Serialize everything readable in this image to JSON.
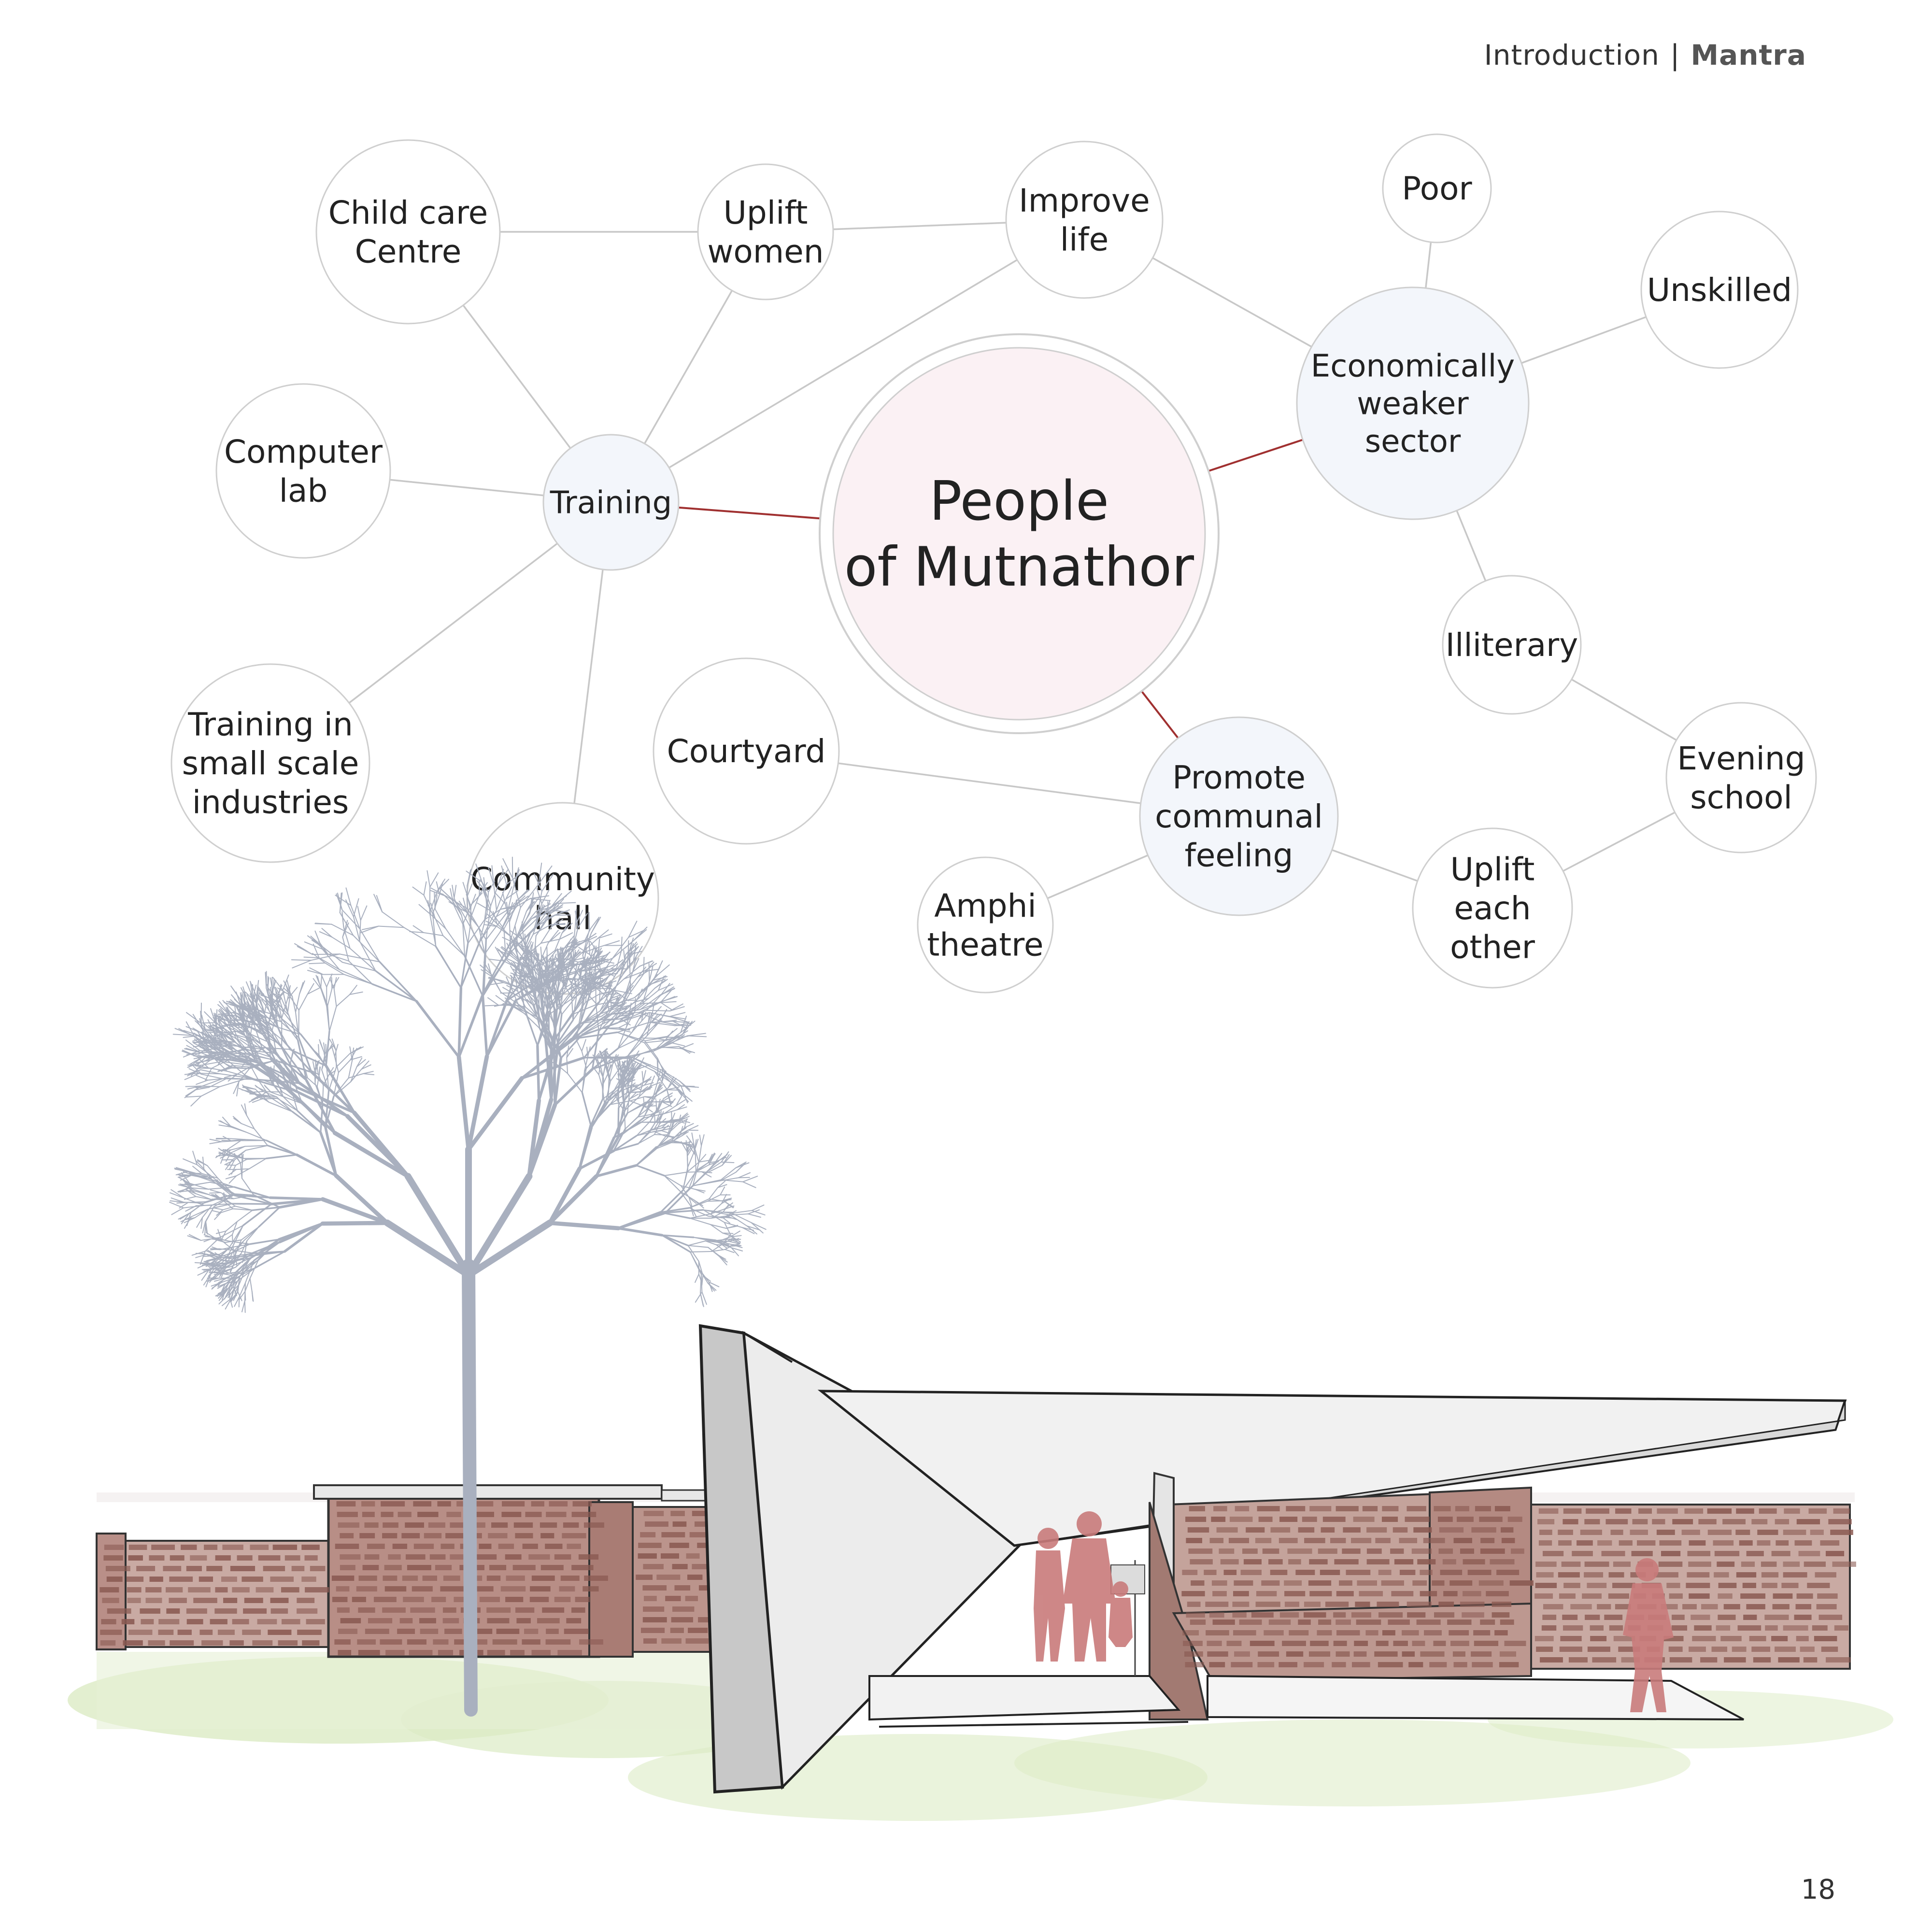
{
  "header": {
    "section": "Introduction",
    "separator": "|",
    "title": "Mantra"
  },
  "page_number": "18",
  "colors": {
    "center_fill": "#fbf1f4",
    "hub_fill": "#f3f6fb",
    "leaf_fill": "#ffffff",
    "node_stroke": "#cfcfcf",
    "center_link": "#a03030",
    "link": "#c8c8c8",
    "brick": "#8a5a52",
    "people": "#c97b7b",
    "tree": "#a9b0bf",
    "grass": "#dcebc4"
  },
  "diagram": {
    "center": {
      "lines": [
        "People",
        "of Mutnathor"
      ]
    },
    "hubs": {
      "training": {
        "lines": [
          "Training"
        ]
      },
      "economic": {
        "lines": [
          "Economically",
          "weaker",
          "sector"
        ]
      },
      "promote": {
        "lines": [
          "Promote",
          "communal",
          "feeling"
        ]
      }
    },
    "leaves": {
      "child_care": {
        "lines": [
          "Child care",
          "Centre"
        ]
      },
      "uplift_women": {
        "lines": [
          "Uplift",
          "women"
        ]
      },
      "improve_life": {
        "lines": [
          "Improve",
          "life"
        ]
      },
      "poor": {
        "lines": [
          "Poor"
        ]
      },
      "unskilled": {
        "lines": [
          "Unskilled"
        ]
      },
      "computer_lab": {
        "lines": [
          "Computer",
          "lab"
        ]
      },
      "training_industries": {
        "lines": [
          "Training in",
          "small scale",
          "industries"
        ]
      },
      "community_hall": {
        "lines": [
          "Community",
          "hall"
        ]
      },
      "courtyard": {
        "lines": [
          "Courtyard"
        ]
      },
      "amphi_theatre": {
        "lines": [
          "Amphi",
          "theatre"
        ]
      },
      "illiterary": {
        "lines": [
          "Illiterary"
        ]
      },
      "evening_school": {
        "lines": [
          "Evening",
          "school"
        ]
      },
      "uplift_each_other": {
        "lines": [
          "Uplift",
          "each",
          "other"
        ]
      }
    }
  }
}
